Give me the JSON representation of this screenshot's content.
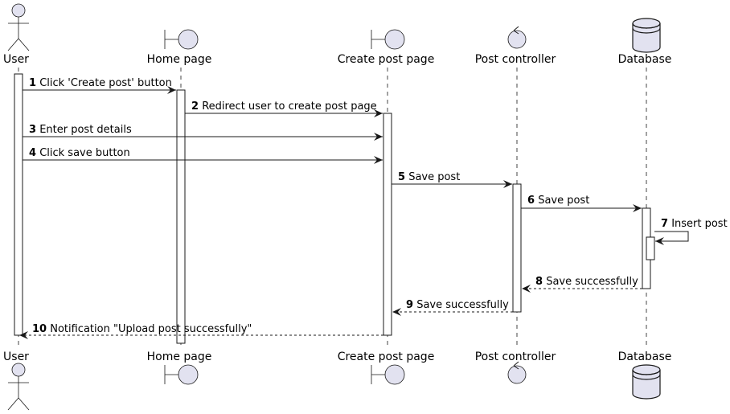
{
  "colors": {
    "shape_fill": "#E2E2F0",
    "stroke": "#181818",
    "lifeline": "#181818",
    "text": "#000000"
  },
  "participants": [
    {
      "id": "user",
      "label": "User",
      "kind": "actor",
      "icon": "actor-icon"
    },
    {
      "id": "home",
      "label": "Home page",
      "kind": "boundary",
      "icon": "boundary-icon"
    },
    {
      "id": "create",
      "label": "Create post page",
      "kind": "boundary",
      "icon": "boundary-icon"
    },
    {
      "id": "ctrl",
      "label": "Post controller",
      "kind": "control",
      "icon": "control-icon"
    },
    {
      "id": "db",
      "label": "Database",
      "kind": "database",
      "icon": "database-icon"
    }
  ],
  "messages": [
    {
      "num": "1",
      "text": "Click 'Create post' button",
      "from": "user",
      "to": "home",
      "style": "solid"
    },
    {
      "num": "2",
      "text": "Redirect user to create post page",
      "from": "home",
      "to": "create",
      "style": "solid"
    },
    {
      "num": "3",
      "text": "Enter post details",
      "from": "user",
      "to": "create",
      "style": "solid"
    },
    {
      "num": "4",
      "text": "Click save button",
      "from": "user",
      "to": "create",
      "style": "solid"
    },
    {
      "num": "5",
      "text": "Save post",
      "from": "create",
      "to": "ctrl",
      "style": "solid"
    },
    {
      "num": "6",
      "text": "Save post",
      "from": "ctrl",
      "to": "db",
      "style": "solid"
    },
    {
      "num": "7",
      "text": "Insert post",
      "from": "db",
      "to": "db",
      "style": "self"
    },
    {
      "num": "8",
      "text": "Save successfully",
      "from": "db",
      "to": "ctrl",
      "style": "dashed"
    },
    {
      "num": "9",
      "text": "Save successfully",
      "from": "ctrl",
      "to": "create",
      "style": "dashed"
    },
    {
      "num": "10",
      "text": "Notification \"Upload post successfully\"",
      "from": "create",
      "to": "user",
      "style": "dashed"
    }
  ]
}
